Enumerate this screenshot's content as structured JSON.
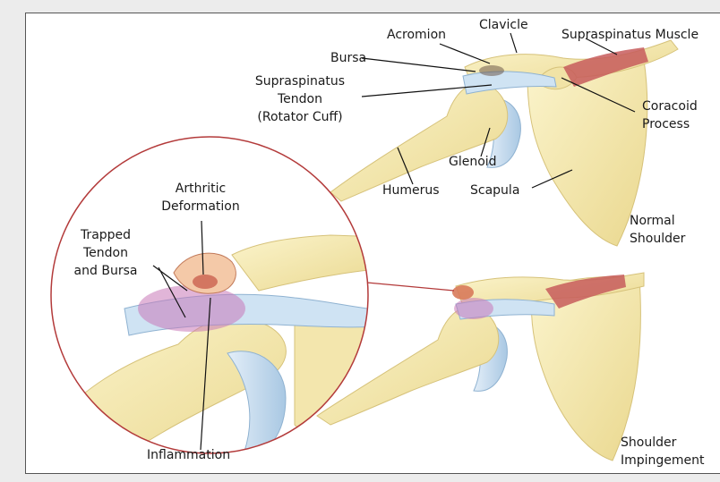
{
  "labels": {
    "acromion": "Acromion",
    "clavicle": "Clavicle",
    "supraspinatus_muscle": "Supraspinatus Muscle",
    "bursa": "Bursa",
    "supraspinatus_tendon_1": "Supraspinatus",
    "supraspinatus_tendon_2": "Tendon",
    "supraspinatus_tendon_3": "(Rotator Cuff)",
    "coracoid_1": "Coracoid",
    "coracoid_2": "Process",
    "glenoid": "Glenoid",
    "humerus": "Humerus",
    "scapula": "Scapula",
    "arthritic_1": "Arthritic",
    "arthritic_2": "Deformation",
    "trapped_1": "Trapped",
    "trapped_2": "Tendon",
    "trapped_3": "and Bursa",
    "normal_1": "Normal",
    "normal_2": "Shoulder",
    "inflammation": "Inflammation",
    "impingement_1": "Shoulder",
    "impingement_2": "Impingement"
  },
  "colors": {
    "bone": "#f6ecb4",
    "bone_shade": "#e3d28f",
    "tendon": "#cfe3f3",
    "muscle": "#c75c5c",
    "inflammation": "#c878b8",
    "zoom_circle": "#b33a3a"
  }
}
